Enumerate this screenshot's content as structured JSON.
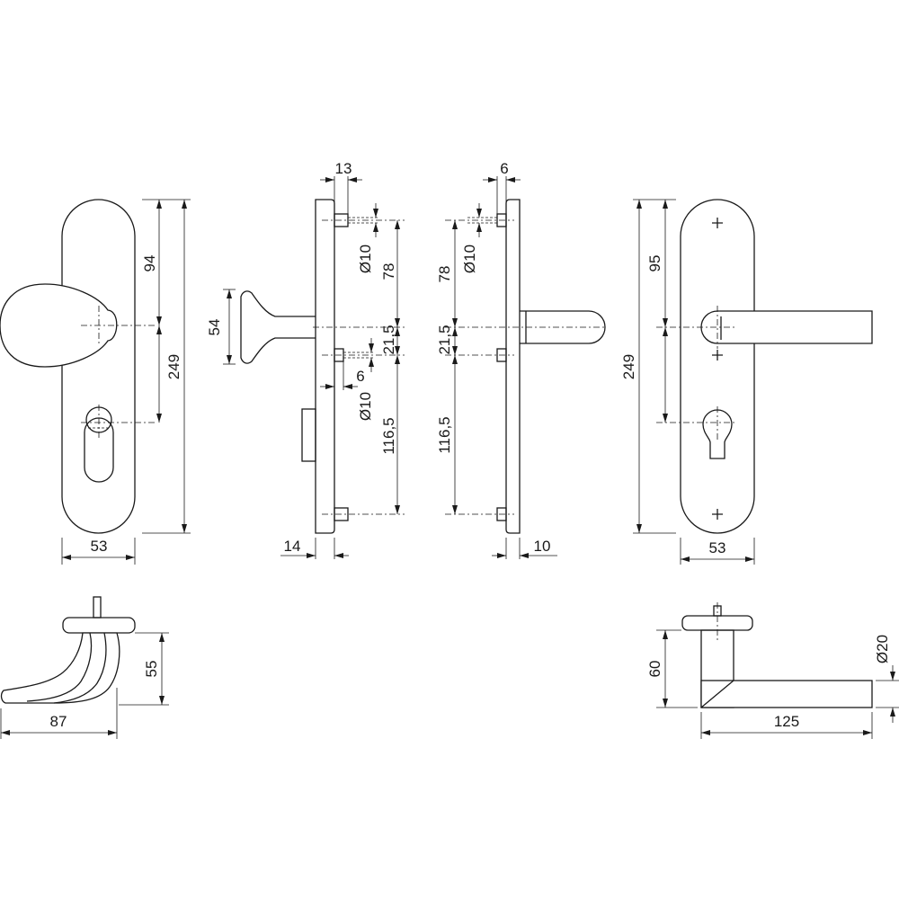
{
  "dimensions": {
    "front_knob_height_top": "94",
    "front_knob_height_total": "249",
    "front_knob_width": "53",
    "side_left_offset_top": "13",
    "side_left_pin_dia_top": "Ø10",
    "side_left_spacing_78": "78",
    "side_left_spacing_21": "21,5",
    "side_left_pin_offset": "6",
    "side_left_pin_dia_bottom": "Ø10",
    "side_left_spacing_116": "116,5",
    "side_left_knob_height": "54",
    "side_left_plate_thickness": "14",
    "side_right_offset_top": "6",
    "side_right_pin_dia": "Ø10",
    "side_right_spacing_78": "78",
    "side_right_spacing_21": "21,5",
    "side_right_spacing_116": "116,5",
    "side_right_plate_thickness": "10",
    "front_lever_height_top": "95",
    "front_lever_height_total": "249",
    "front_lever_width": "53",
    "knob_top_height": "55",
    "knob_top_length": "87",
    "lever_top_height": "60",
    "lever_top_dia": "Ø20",
    "lever_top_length": "125"
  }
}
